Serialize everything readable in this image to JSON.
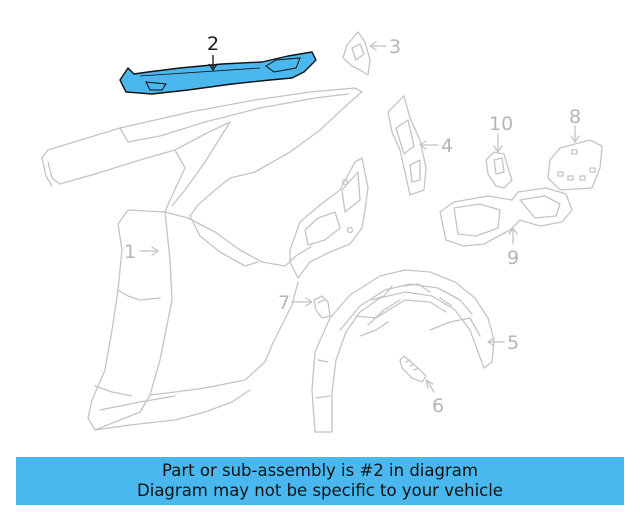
{
  "diagram": {
    "highlight_color": "#4ab8ee",
    "line_color": "#c4c4c4",
    "labels": {
      "p1": "1",
      "p2": "2",
      "p3": "3",
      "p4": "4",
      "p5": "5",
      "p6": "6",
      "p7": "7",
      "p8": "8",
      "p9": "9",
      "p10": "10"
    }
  },
  "banner": {
    "line1": "Part or sub-assembly is #2 in diagram",
    "line2": "Diagram may not be specific to your vehicle",
    "background": "#4ab8ee"
  }
}
